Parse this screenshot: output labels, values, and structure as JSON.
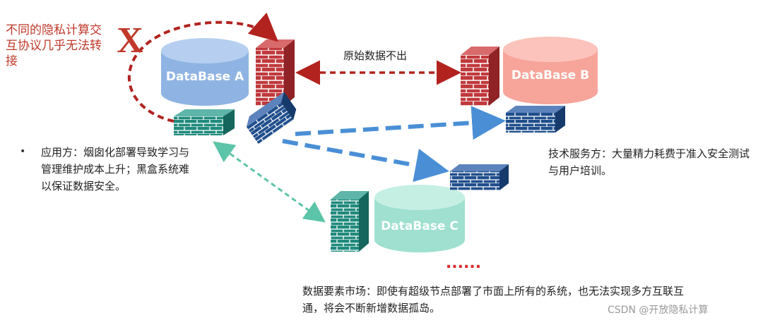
{
  "title": "",
  "warning": {
    "text": "不同的隐私计算交互协议几乎无法转接",
    "mark": "X",
    "color": "#c0392b"
  },
  "databases": [
    {
      "id": "a",
      "label": "DataBase A",
      "color": "#8fb4e3"
    },
    {
      "id": "b",
      "label": "DataBase B",
      "color": "#f7a49a"
    },
    {
      "id": "c",
      "label": "DataBase C",
      "color": "#9fe0d0"
    }
  ],
  "firewalls": {
    "red": "#c0393c",
    "blue": "#1f4e8c",
    "teal": "#1f8a7c"
  },
  "labels": {
    "raw_data": "原始数据不出",
    "app_side": "应用方：烟囱化部署导致学习与管理维护成本上升；黑盒系统难以保证数据安全。",
    "tech_side": "技术服务方：大量精力耗费于准入安全测试与用户培训。",
    "market_side": "数据要素市场：即使有超级节点部署了市面上所有的系统，也无法实现多方互联互通，将会不断新增数据孤岛。",
    "ellipsis": "......",
    "watermark": "CSDN @开放隐私计算"
  },
  "arrow_colors": {
    "red": "#b2231f",
    "blue": "#4a8fd6",
    "teal": "#5cc4a8"
  }
}
